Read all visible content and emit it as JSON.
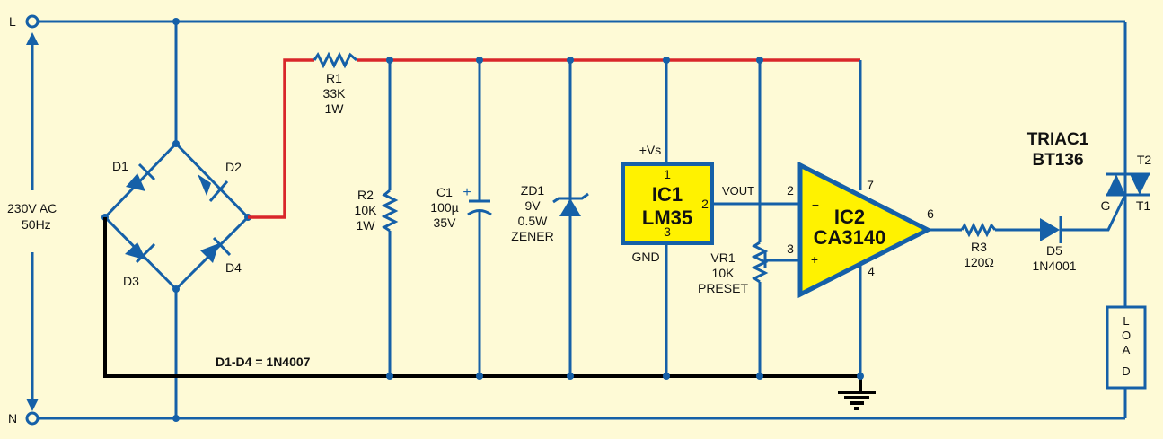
{
  "diagram": {
    "type": "circuit-schematic",
    "colors": {
      "background": "#FEFAD6",
      "wire": "#1560A8",
      "supply_wire": "#D9262A",
      "ground_wire": "#000000",
      "ic_fill": "#FFF200"
    },
    "terminals": {
      "live": "L",
      "neutral": "N"
    },
    "supply": {
      "line1": "230V AC",
      "line2": "50Hz"
    },
    "diodes": {
      "d1": "D1",
      "d2": "D2",
      "d3": "D3",
      "d4": "D4",
      "note": "D1-D4 = 1N4007"
    },
    "r1": {
      "name": "R1",
      "value": "33K",
      "power": "1W"
    },
    "r2": {
      "name": "R2",
      "value": "10K",
      "power": "1W"
    },
    "c1": {
      "name": "C1",
      "value": "100µ",
      "voltage": "35V",
      "polarity": "+"
    },
    "zd1": {
      "name": "ZD1",
      "value": "9V",
      "power": "0.5W",
      "type": "ZENER"
    },
    "ic1": {
      "name": "IC1",
      "part": "LM35",
      "pin1": "1",
      "pin2": "2",
      "pin3": "3",
      "vs_label": "+Vs",
      "vout_label": "VOUT",
      "gnd_label": "GND"
    },
    "vr1": {
      "name": "VR1",
      "value": "10K",
      "type": "PRESET"
    },
    "ic2": {
      "name": "IC2",
      "part": "CA3140",
      "pin2": "2",
      "pin3": "3",
      "pin4": "4",
      "pin6": "6",
      "pin7": "7",
      "minus": "−",
      "plus": "+"
    },
    "r3": {
      "name": "R3",
      "value": "120Ω"
    },
    "d5": {
      "name": "D5",
      "part": "1N4001"
    },
    "triac": {
      "name": "TRIAC1",
      "part": "BT136",
      "t1": "T1",
      "t2": "T2",
      "gate": "G"
    },
    "load": {
      "letters": [
        "L",
        "O",
        "A",
        "D"
      ]
    }
  }
}
